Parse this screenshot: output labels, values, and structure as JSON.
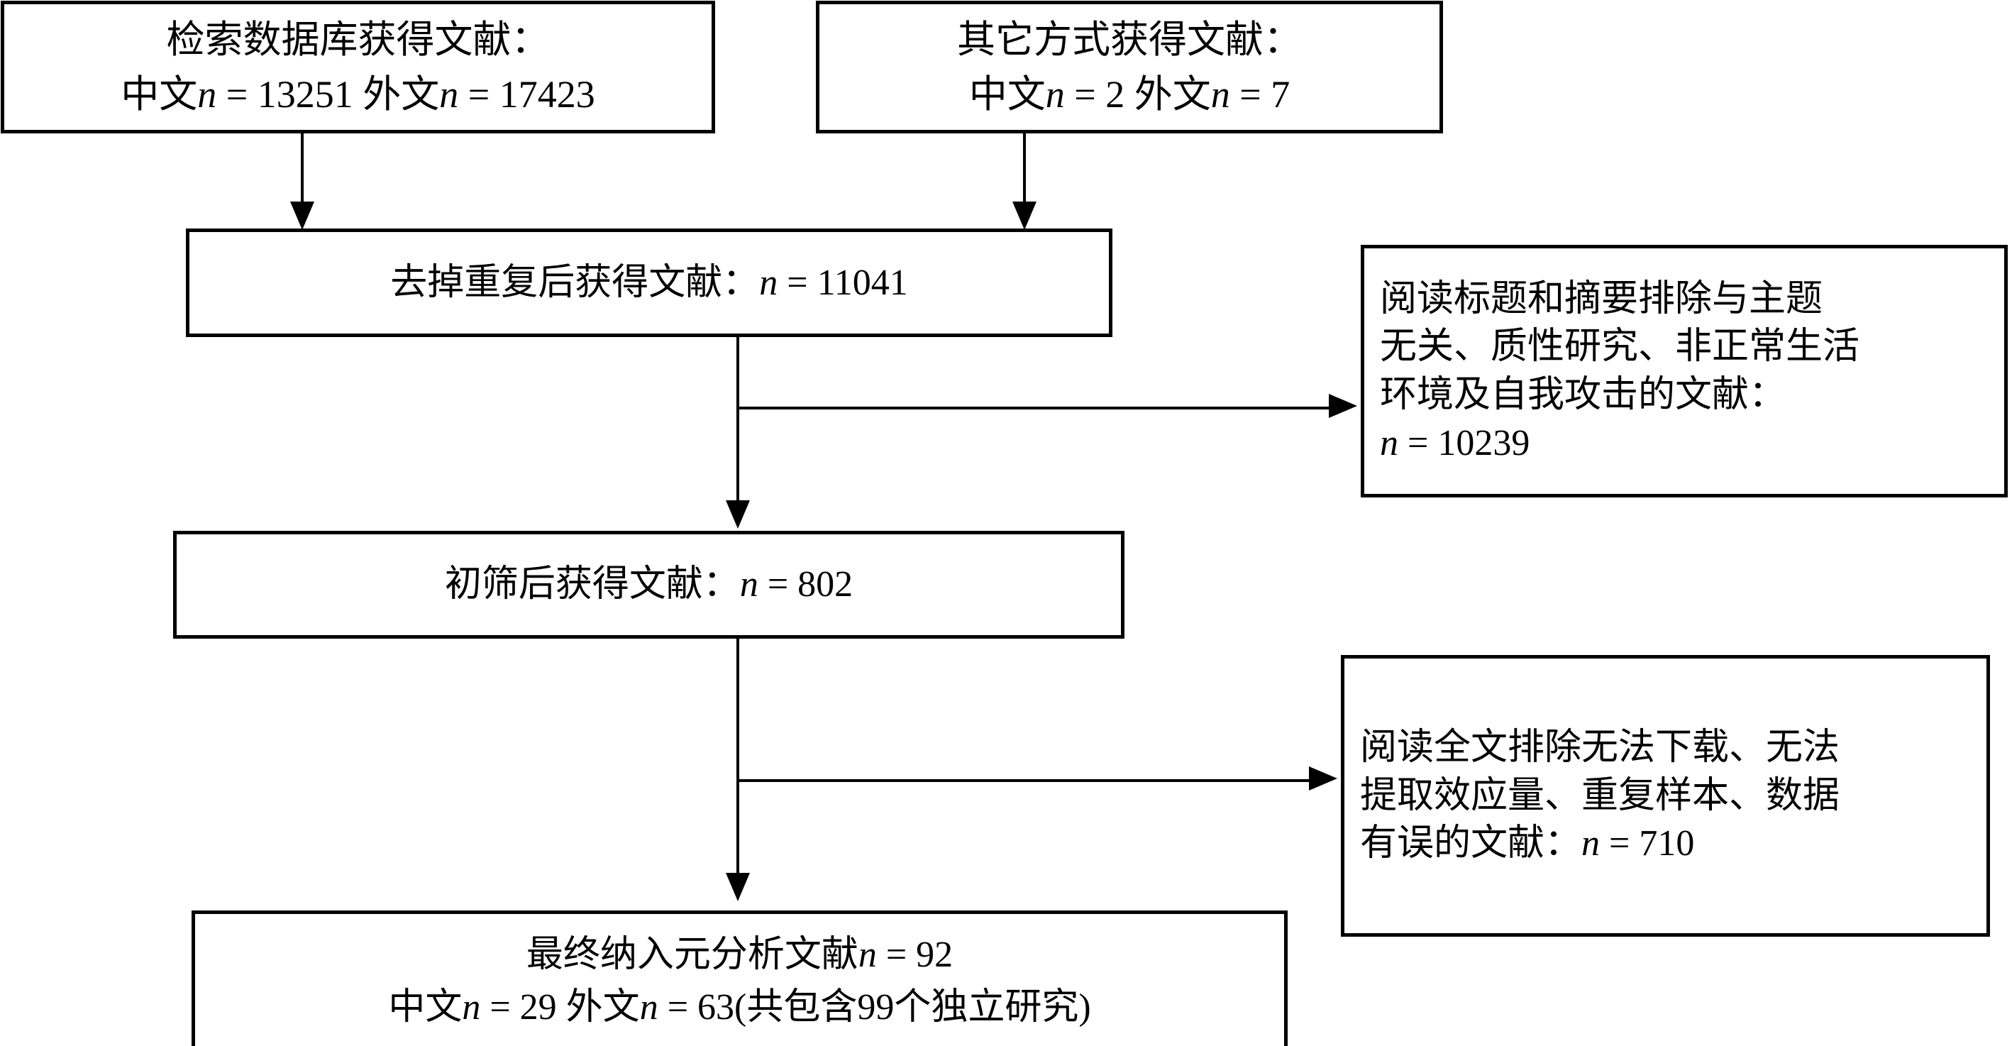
{
  "diagram": {
    "type": "prisma-flow-diagram",
    "language": "zh-CN",
    "line_color": "#000000",
    "background_color": "#ffffff",
    "boxes": {
      "database_search": {
        "line1": "检索数据库获得文献：",
        "line2_prefix": "中文",
        "line2_n1": "n",
        "line2_eq1": " = 13251 ",
        "line2_mid": "外文",
        "line2_n2": "n",
        "line2_eq2": " = 17423"
      },
      "other_sources": {
        "line1": "其它方式获得文献：",
        "line2_prefix": "中文",
        "line2_n1": "n",
        "line2_eq1": " = 2 ",
        "line2_mid": "外文",
        "line2_n2": "n",
        "line2_eq2": " = 7"
      },
      "after_dedup": {
        "label": "去掉重复后获得文献：",
        "n_symbol": "n",
        "n_value": " = 11041"
      },
      "after_screening": {
        "label": "初筛后获得文献：",
        "n_symbol": "n",
        "n_value": " = 802"
      },
      "final_included": {
        "line1_label": "最终纳入元分析文献",
        "line1_n": "n",
        "line1_value": " = 92",
        "line2_prefix": "中文",
        "line2_n1": "n",
        "line2_eq1": " = 29 ",
        "line2_mid": "外文",
        "line2_n2": "n",
        "line2_eq2": " = 63(共包含99个独立研究)"
      },
      "exclusion_title_abstract": {
        "line1": "阅读标题和摘要排除与主题",
        "line2": "无关、质性研究、非正常生活",
        "line3": "环境及自我攻击的文献：",
        "line4_n": "n",
        "line4_value": " = 10239"
      },
      "exclusion_fulltext": {
        "line1": "阅读全文排除无法下载、无法",
        "line2": "提取效应量、重复样本、数据",
        "line3_label": "有误的文献：",
        "line3_n": "n",
        "line3_value": " = 710"
      }
    }
  }
}
